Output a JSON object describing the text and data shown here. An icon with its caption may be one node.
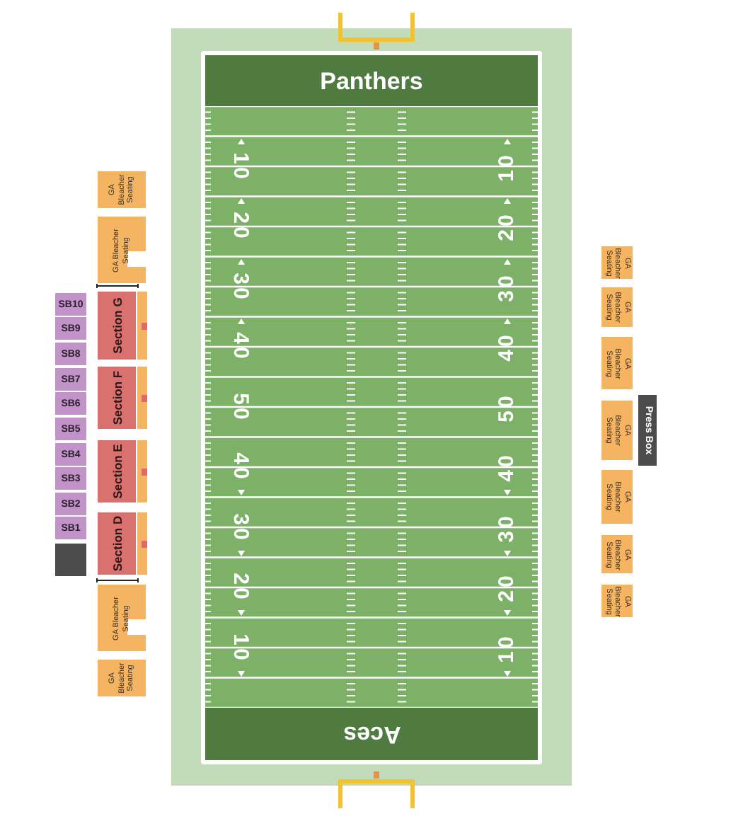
{
  "diagram": {
    "nodes": [
      {
        "text": [
          "Panthers"
        ]
      },
      {
        "text": [
          "GA Bleacher Seating"
        ]
      },
      {
        "text": [
          "GA Bleacher Seating"
        ]
      },
      {
        "text": [
          "Section G"
        ]
      },
      {
        "text": [],
        "shape": "box"
      },
      {
        "text": [
          "Section F"
        ]
      },
      {
        "text": [],
        "shape": "box"
      },
      {
        "text": [
          "Section E"
        ]
      },
      {
        "text": [],
        "shape": "box"
      },
      {
        "text": [
          "Section D"
        ]
      },
      {
        "text": [],
        "shape": "box"
      },
      {
        "text": [
          "GA Bleacher Seating"
        ]
      },
      {
        "text": [
          "GA Bleacher Seating"
        ]
      },
      {
        "text": [
          "SB10"
        ]
      },
      {
        "text": [
          "SB9"
        ]
      },
      {
        "text": [
          "SB8"
        ]
      },
      {
        "text": [
          "SB7"
        ]
      },
      {
        "text": [
          "SB6"
        ]
      },
      {
        "text": [
          "SB5"
        ]
      },
      {
        "text": [
          "SB4"
        ]
      },
      {
        "text": [
          "SB3"
        ]
      },
      {
        "text": [
          "SB2"
        ]
      },
      {
        "text": [
          "SB1"
        ]
      },
      {
        "text": [],
        "shape": "box"
      },
      {
        "text": [
          "GA Bleacher Seating"
        ]
      },
      {
        "text": [
          "GA Bleacher Seating"
        ]
      },
      {
        "text": [
          "GA Bleacher Seating"
        ]
      },
      {
        "text": [
          "GA Bleacher Seating"
        ]
      },
      {
        "text": [
          "GA Bleacher Seating"
        ]
      },
      {
        "text": [
          "GA Bleacher Seating"
        ]
      },
      {
        "text": [
          "GA Bleacher Seating"
        ]
      },
      {
        "text": [
          "Press Box"
        ]
      },
      {
        "text": [
          "Aces"
        ]
      }
    ],
    "labels": [
      "10",
      "10",
      "20",
      "20",
      "30",
      "30",
      "40",
      "40",
      "50",
      "50",
      "40",
      "40",
      "30",
      "30",
      "20",
      "20",
      "10",
      "10"
    ]
  }
}
